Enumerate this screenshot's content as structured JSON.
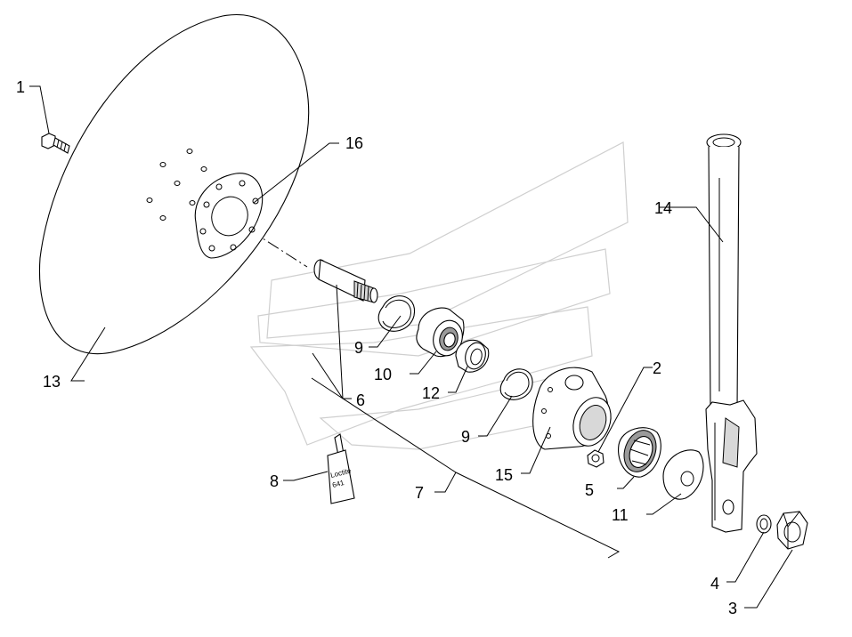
{
  "callouts": [
    {
      "id": "c1",
      "label": "1"
    },
    {
      "id": "c2",
      "label": "2"
    },
    {
      "id": "c3",
      "label": "3"
    },
    {
      "id": "c4",
      "label": "4"
    },
    {
      "id": "c5",
      "label": "5"
    },
    {
      "id": "c6",
      "label": "6"
    },
    {
      "id": "c7",
      "label": "7"
    },
    {
      "id": "c8",
      "label": "8"
    },
    {
      "id": "c9a",
      "label": "9"
    },
    {
      "id": "c9b",
      "label": "9"
    },
    {
      "id": "c10",
      "label": "10"
    },
    {
      "id": "c11",
      "label": "11"
    },
    {
      "id": "c12",
      "label": "12"
    },
    {
      "id": "c13",
      "label": "13"
    },
    {
      "id": "c14",
      "label": "14"
    },
    {
      "id": "c15",
      "label": "15"
    },
    {
      "id": "c16",
      "label": "16"
    }
  ],
  "bottle_label": {
    "line1": "Loctite",
    "line2": "641"
  },
  "colors": {
    "line": "#000000",
    "background": "#ffffff",
    "watermark": "#cfcfcf"
  }
}
